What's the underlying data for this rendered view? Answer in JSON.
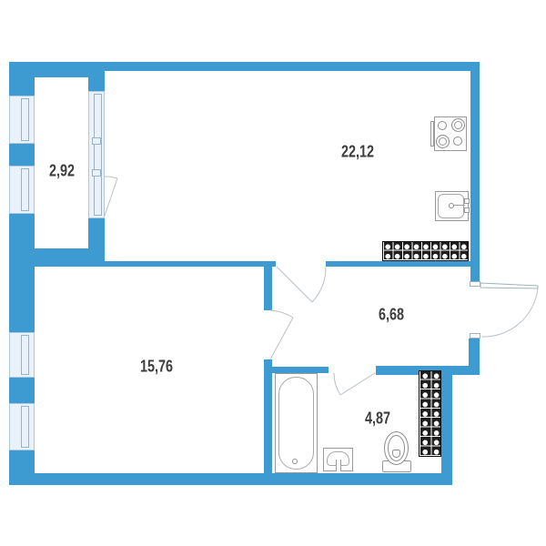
{
  "plan": {
    "type": "apartment-floor-plan",
    "rooms": [
      {
        "id": "balcony",
        "area_label": "2,92"
      },
      {
        "id": "kitchen-living",
        "area_label": "22,12"
      },
      {
        "id": "hallway",
        "area_label": "6,68"
      },
      {
        "id": "living-room",
        "area_label": "15,76"
      },
      {
        "id": "bathroom",
        "area_label": "4,87"
      }
    ],
    "fixtures": [
      "stove-4-burners",
      "kitchen-sink",
      "vent-duct-grid-kitchen",
      "bathtub",
      "washbasin",
      "toilet",
      "vent-duct-grid-bathroom"
    ],
    "doors": [
      "balcony-door",
      "kitchen-door",
      "living-room-door",
      "bathroom-door",
      "entrance-door"
    ],
    "windows": [
      "balcony-window-1",
      "balcony-window-2",
      "balcony-block-window",
      "room-window-1",
      "room-window-2"
    ],
    "colors": {
      "wall": "#3d9bd2",
      "window_fill": "#e9f2fa",
      "window_frame": "#93b4cb",
      "fixture_line": "#9a9a9a",
      "duct_dark": "#1e1e1e",
      "door_swing": "#b9c2c9",
      "label_text": "#3d3d3d",
      "background": "#ffffff"
    }
  }
}
